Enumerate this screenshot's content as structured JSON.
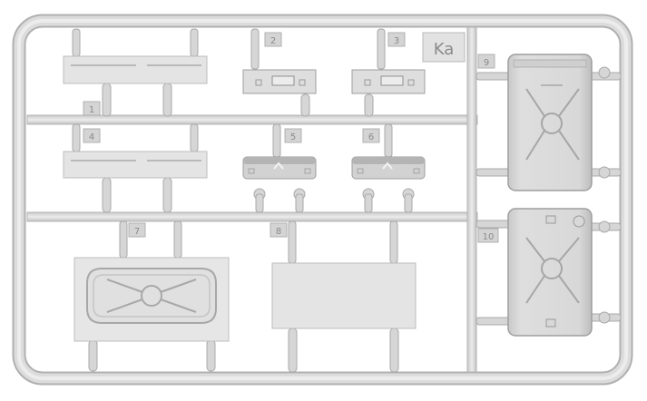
{
  "sprue": {
    "code": "Ka",
    "colors": {
      "plastic": "#d9d9d9",
      "plastic_dark": "#b8b8b8",
      "plastic_light": "#ececec",
      "outline": "#a8a8a8"
    },
    "parts": [
      {
        "number": "1"
      },
      {
        "number": "2"
      },
      {
        "number": "3"
      },
      {
        "number": "4"
      },
      {
        "number": "5"
      },
      {
        "number": "6"
      },
      {
        "number": "7"
      },
      {
        "number": "8"
      },
      {
        "number": "9"
      },
      {
        "number": "10"
      }
    ]
  }
}
